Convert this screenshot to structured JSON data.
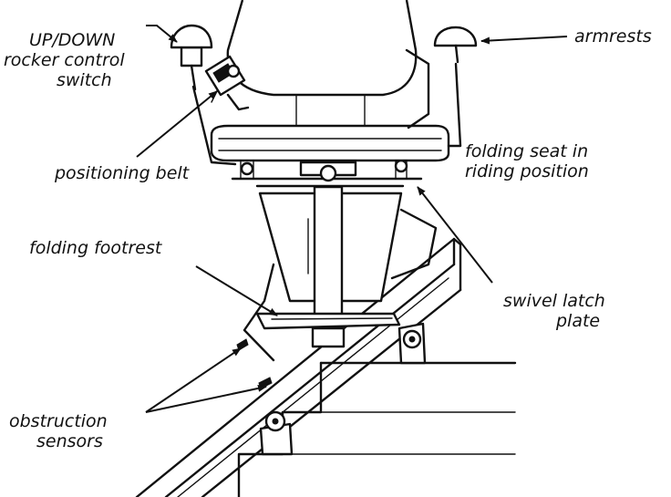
{
  "labels": {
    "updown_line1": "UP/DOWN",
    "updown_line2": "rocker control",
    "updown_line3": "switch",
    "armrests": "armrests",
    "positioning_belt": "positioning belt",
    "folding_seat_line1": "folding seat in",
    "folding_seat_line2": "riding position",
    "folding_footrest": "folding footrest",
    "swivel_line1": "swivel latch",
    "swivel_line2": "plate",
    "obstruction_line1": "obstruction",
    "obstruction_line2": "sensors"
  },
  "colors": {
    "ink": "#111111",
    "background": "#ffffff"
  }
}
